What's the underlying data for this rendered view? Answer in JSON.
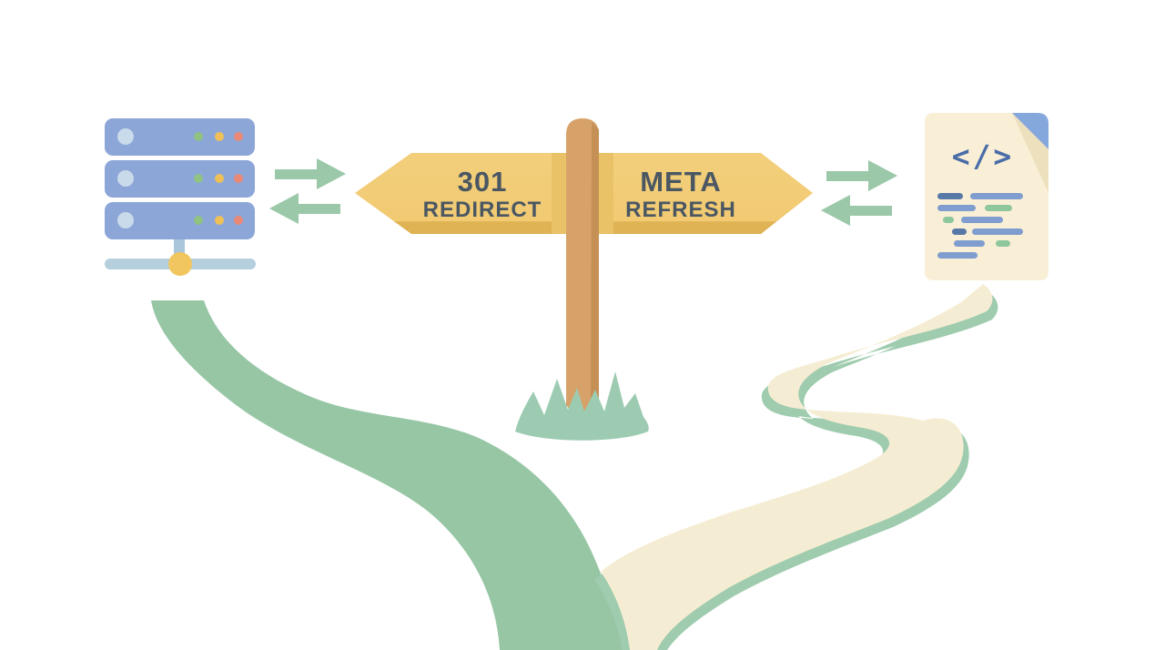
{
  "signpost": {
    "left_sign": {
      "line1": "301",
      "line2": "REDIRECT",
      "direction": "left"
    },
    "right_sign": {
      "line1": "META",
      "line2": "REFRESH",
      "direction": "right"
    }
  },
  "document_icon": {
    "code_glyph": "</>"
  },
  "colors": {
    "background": "#ffffff",
    "sign_yellow": "#f2cd78",
    "sign_bottom_edge": "#dfb254",
    "sign_text": "#4a5763",
    "pole_brown": "#d7a269",
    "pole_shade": "#c59055",
    "pole_sign_shadow": "#e9c166",
    "server_blue": "#8ca6d8",
    "server_circle_light": "#c9daea",
    "status_dot_green": "#90c282",
    "status_dot_yellow": "#eec057",
    "status_dot_red": "#e98876",
    "network_bar": "#b5cfdd",
    "network_stem": "#a9c6da",
    "network_node_yellow": "#f1c65f",
    "arrow_green": "#9bc8a9",
    "path_green": "#97c6a5",
    "path_cream": "#f5edd3",
    "path_shadow_green": "#9fcbae",
    "grass_green": "#9ccbb1",
    "paper_cream": "#f9efd7",
    "paper_fold_shade": "#ede0bd",
    "paper_fold_blue": "#84a7dc",
    "code_line_dark_blue": "#5878a8",
    "code_line_blue": "#7f9dcf",
    "code_line_green": "#8fc79c",
    "code_glyph_blue": "#4a6da8"
  }
}
